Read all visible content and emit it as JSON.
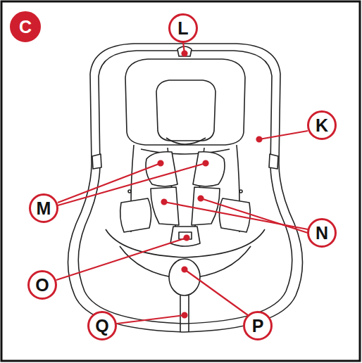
{
  "diagram": {
    "labels": [
      "C",
      "L",
      "K",
      "M",
      "N",
      "O",
      "P",
      "Q"
    ]
  }
}
